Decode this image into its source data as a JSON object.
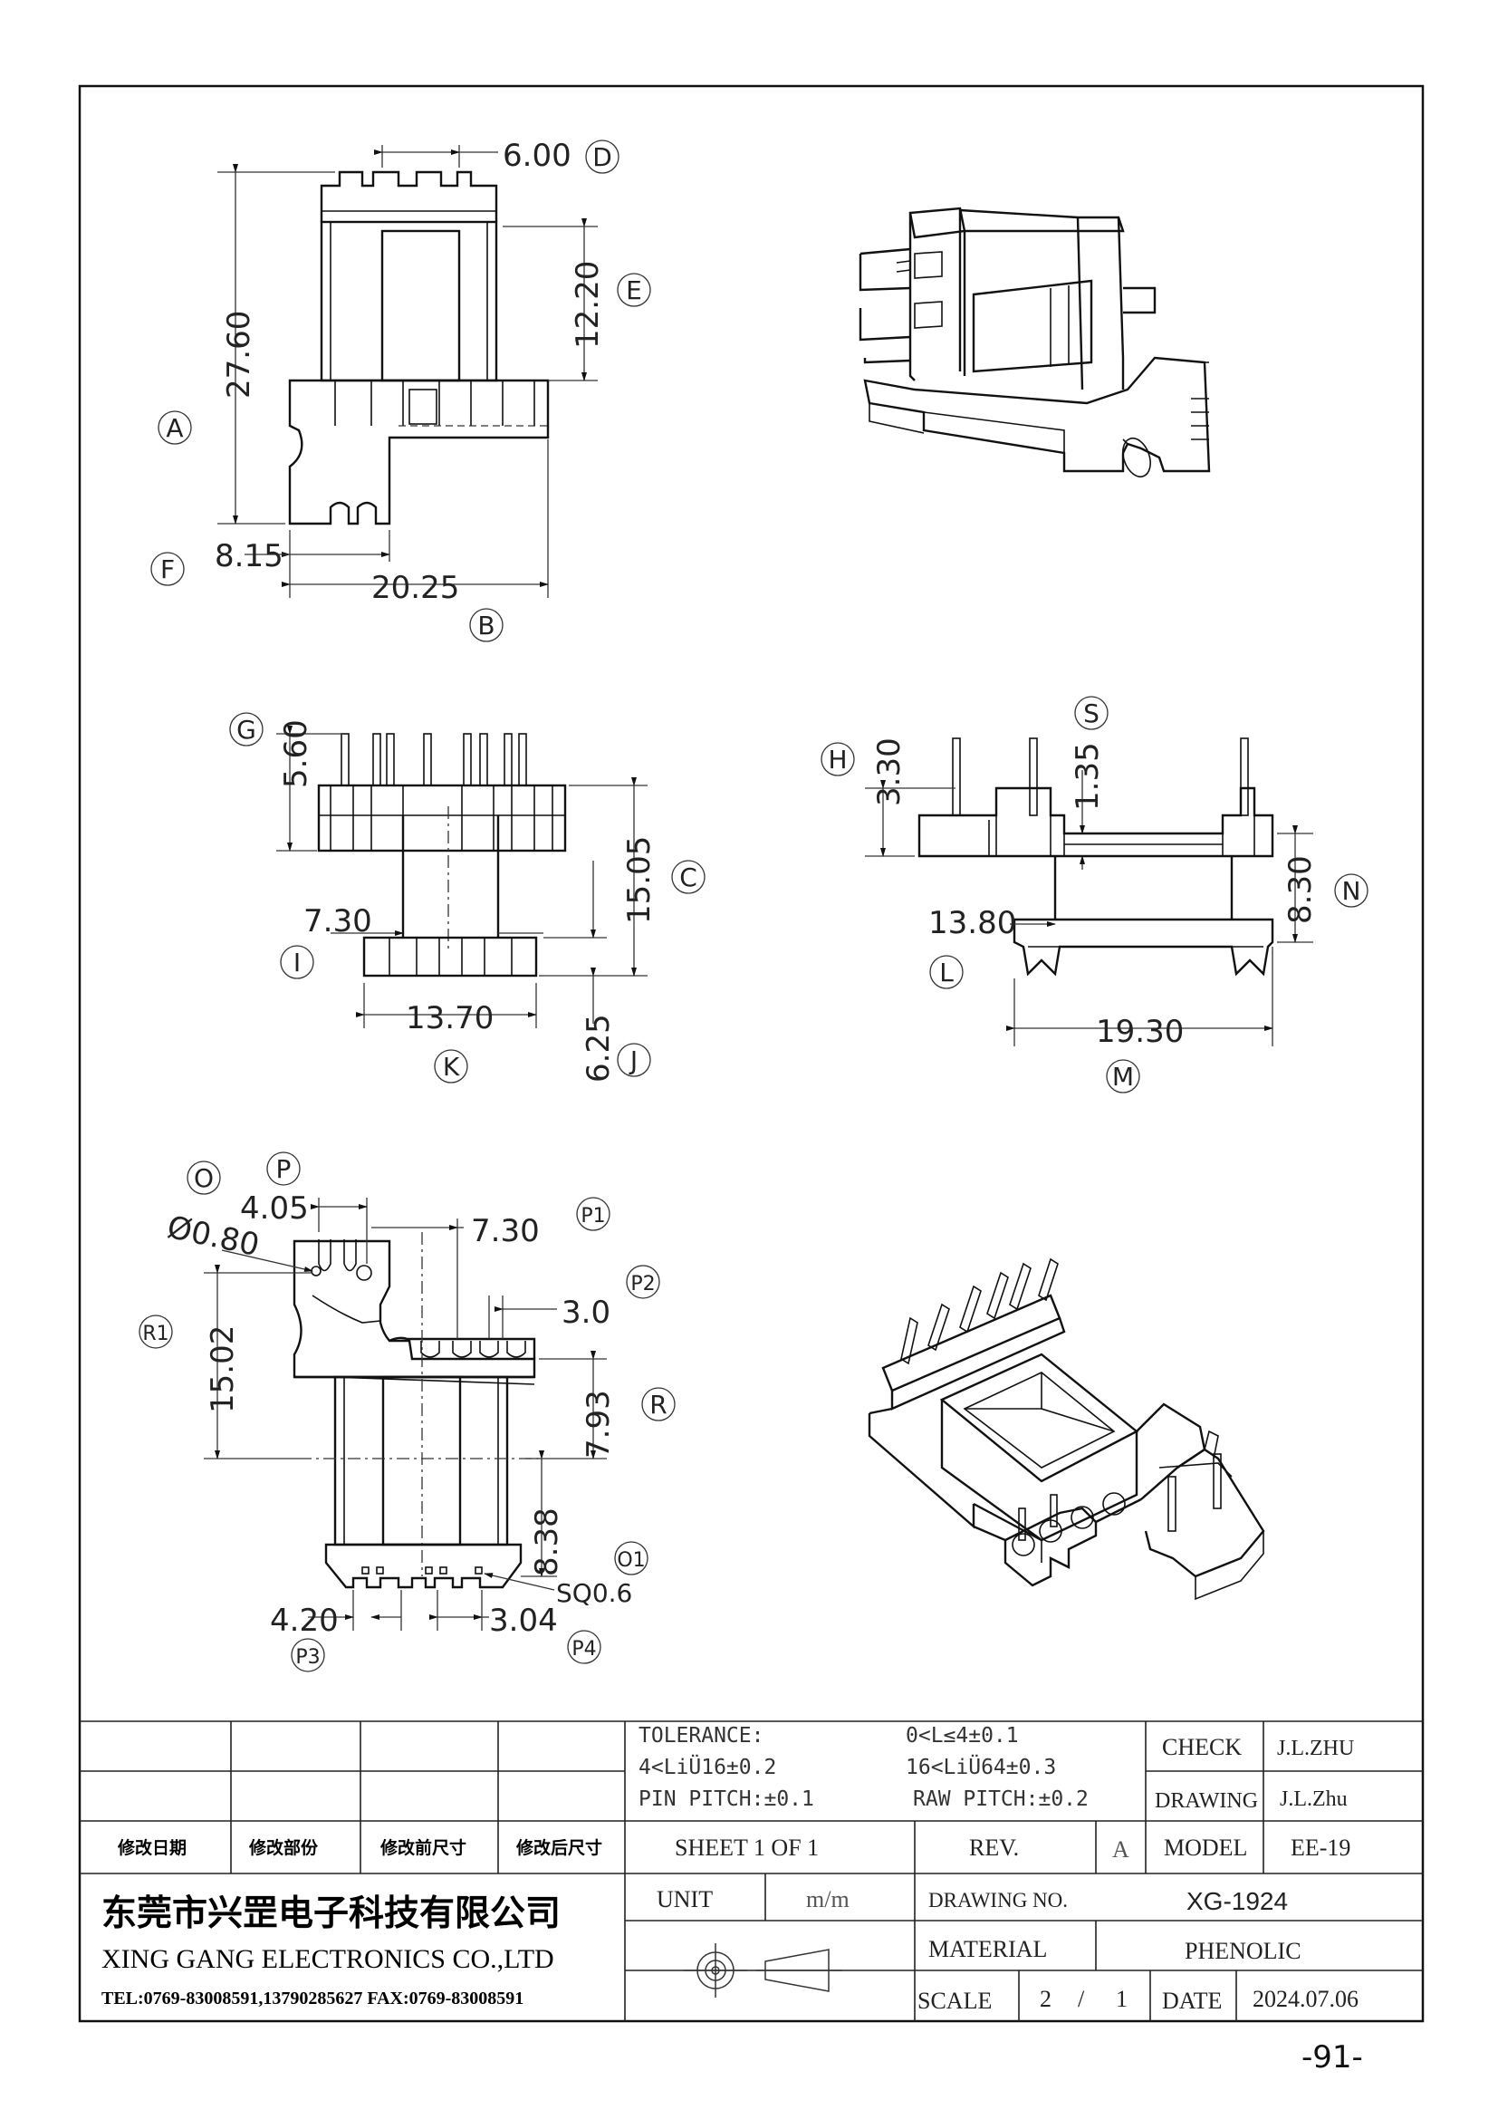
{
  "drawing": {
    "top_view": {
      "dims": {
        "d1": "6.00",
        "d2": "12.20",
        "d3": "27.60",
        "d4": "8.15",
        "d5": "20.25"
      },
      "labels": {
        "a": "A",
        "b": "B",
        "d": "D",
        "e": "E",
        "f": "F"
      }
    },
    "front_view": {
      "dims": {
        "d1": "5.60",
        "d2": "15.05",
        "d3": "7.30",
        "d4": "13.70",
        "d5": "6.25"
      },
      "labels": {
        "c": "C",
        "g": "G",
        "i": "I",
        "j": "J",
        "k": "K"
      }
    },
    "side_view": {
      "dims": {
        "d1": "3.30",
        "d2": "1.35",
        "d3": "8.30",
        "d4": "13.80",
        "d5": "19.30"
      },
      "labels": {
        "h": "H",
        "l": "L",
        "m": "M",
        "n": "N",
        "s": "S"
      }
    },
    "bottom_view": {
      "dims": {
        "d1": "4.05",
        "d2": "Ø0.80",
        "d3": "7.30",
        "d4": "3.0",
        "d5": "15.02",
        "d6": "7.93",
        "d7": "8.38",
        "d8": "SQ0.6",
        "d9": "4.20",
        "d10": "3.04"
      },
      "labels": {
        "o": "O",
        "p": "P",
        "p1": "P1",
        "p2": "P2",
        "r": "R",
        "r1": "R1",
        "o1": "O1",
        "p3": "P3",
        "p4": "P4"
      }
    }
  },
  "title_block": {
    "tolerance_label": "TOLERANCE:",
    "tol1": "0<L≤4±0.1",
    "tol2": "4<LiÜ16±0.2",
    "tol3": "16<LiÜ64±0.3",
    "tol4": "PIN PITCH:±0.1",
    "tol5": "RAW PITCH:±0.2",
    "check_label": "CHECK",
    "check_value": "J.L.ZHU",
    "drawing_label": "DRAWING",
    "drawing_value": "J.L.Zhu",
    "rev_headers": [
      "修改日期",
      "修改部份",
      "修改前尺寸",
      "修改后尺寸"
    ],
    "sheet": "SHEET 1 OF 1",
    "rev_label": "REV.",
    "rev_value": "A",
    "model_label": "MODEL",
    "model_value": "EE-19",
    "company_cn": "东莞市兴罡电子科技有限公司",
    "company_en": "XING GANG  ELECTRONICS CO.,LTD",
    "contact": "TEL:0769-83008591,13790285627 FAX:0769-83008591",
    "unit_label": "UNIT",
    "unit_value": "m/m",
    "drawing_no_label": "DRAWING  NO.",
    "drawing_no_value": "XG-1924",
    "material_label": "MATERIAL",
    "material_value": "PHENOLIC",
    "scale_label": "SCALE",
    "scale_num": "2",
    "scale_sep": "/",
    "scale_den": "1",
    "date_label": "DATE",
    "date_value": "2024.07.06"
  },
  "page_number": "-91-"
}
